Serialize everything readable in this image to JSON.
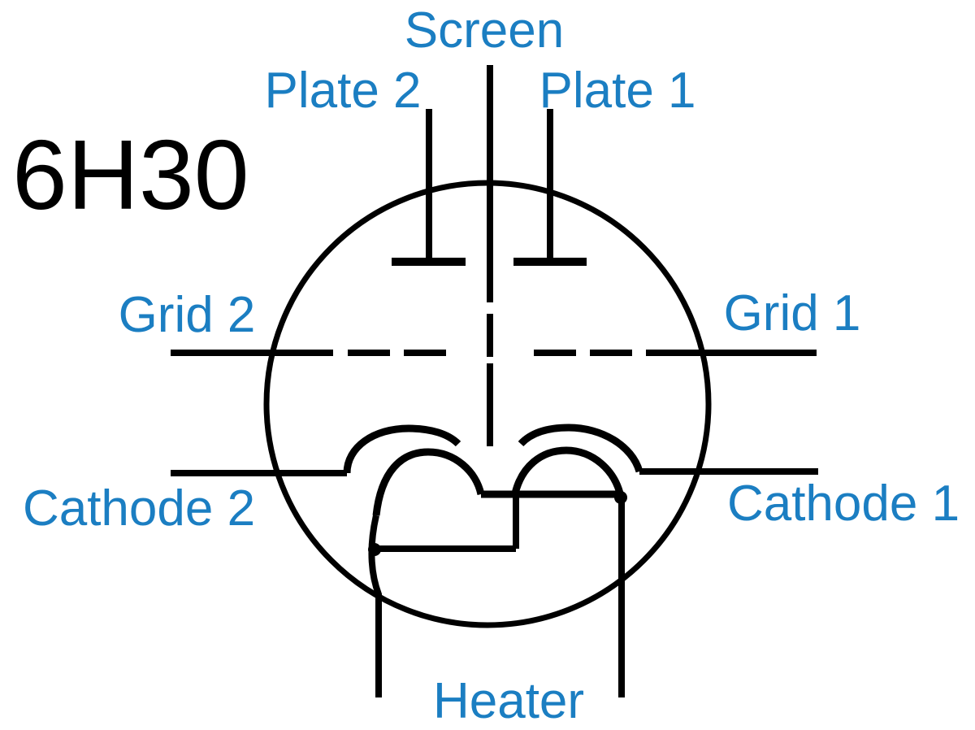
{
  "diagram": {
    "title": "6H30",
    "labels": {
      "screen": "Screen",
      "plate2": "Plate 2",
      "plate1": "Plate 1",
      "grid2": "Grid 2",
      "grid1": "Grid 1",
      "cathode2": "Cathode 2",
      "cathode1": "Cathode 1",
      "heater": "Heater"
    },
    "colors": {
      "label_blue": "#1b7ec2",
      "line_black": "#000000",
      "background": "#ffffff"
    }
  }
}
